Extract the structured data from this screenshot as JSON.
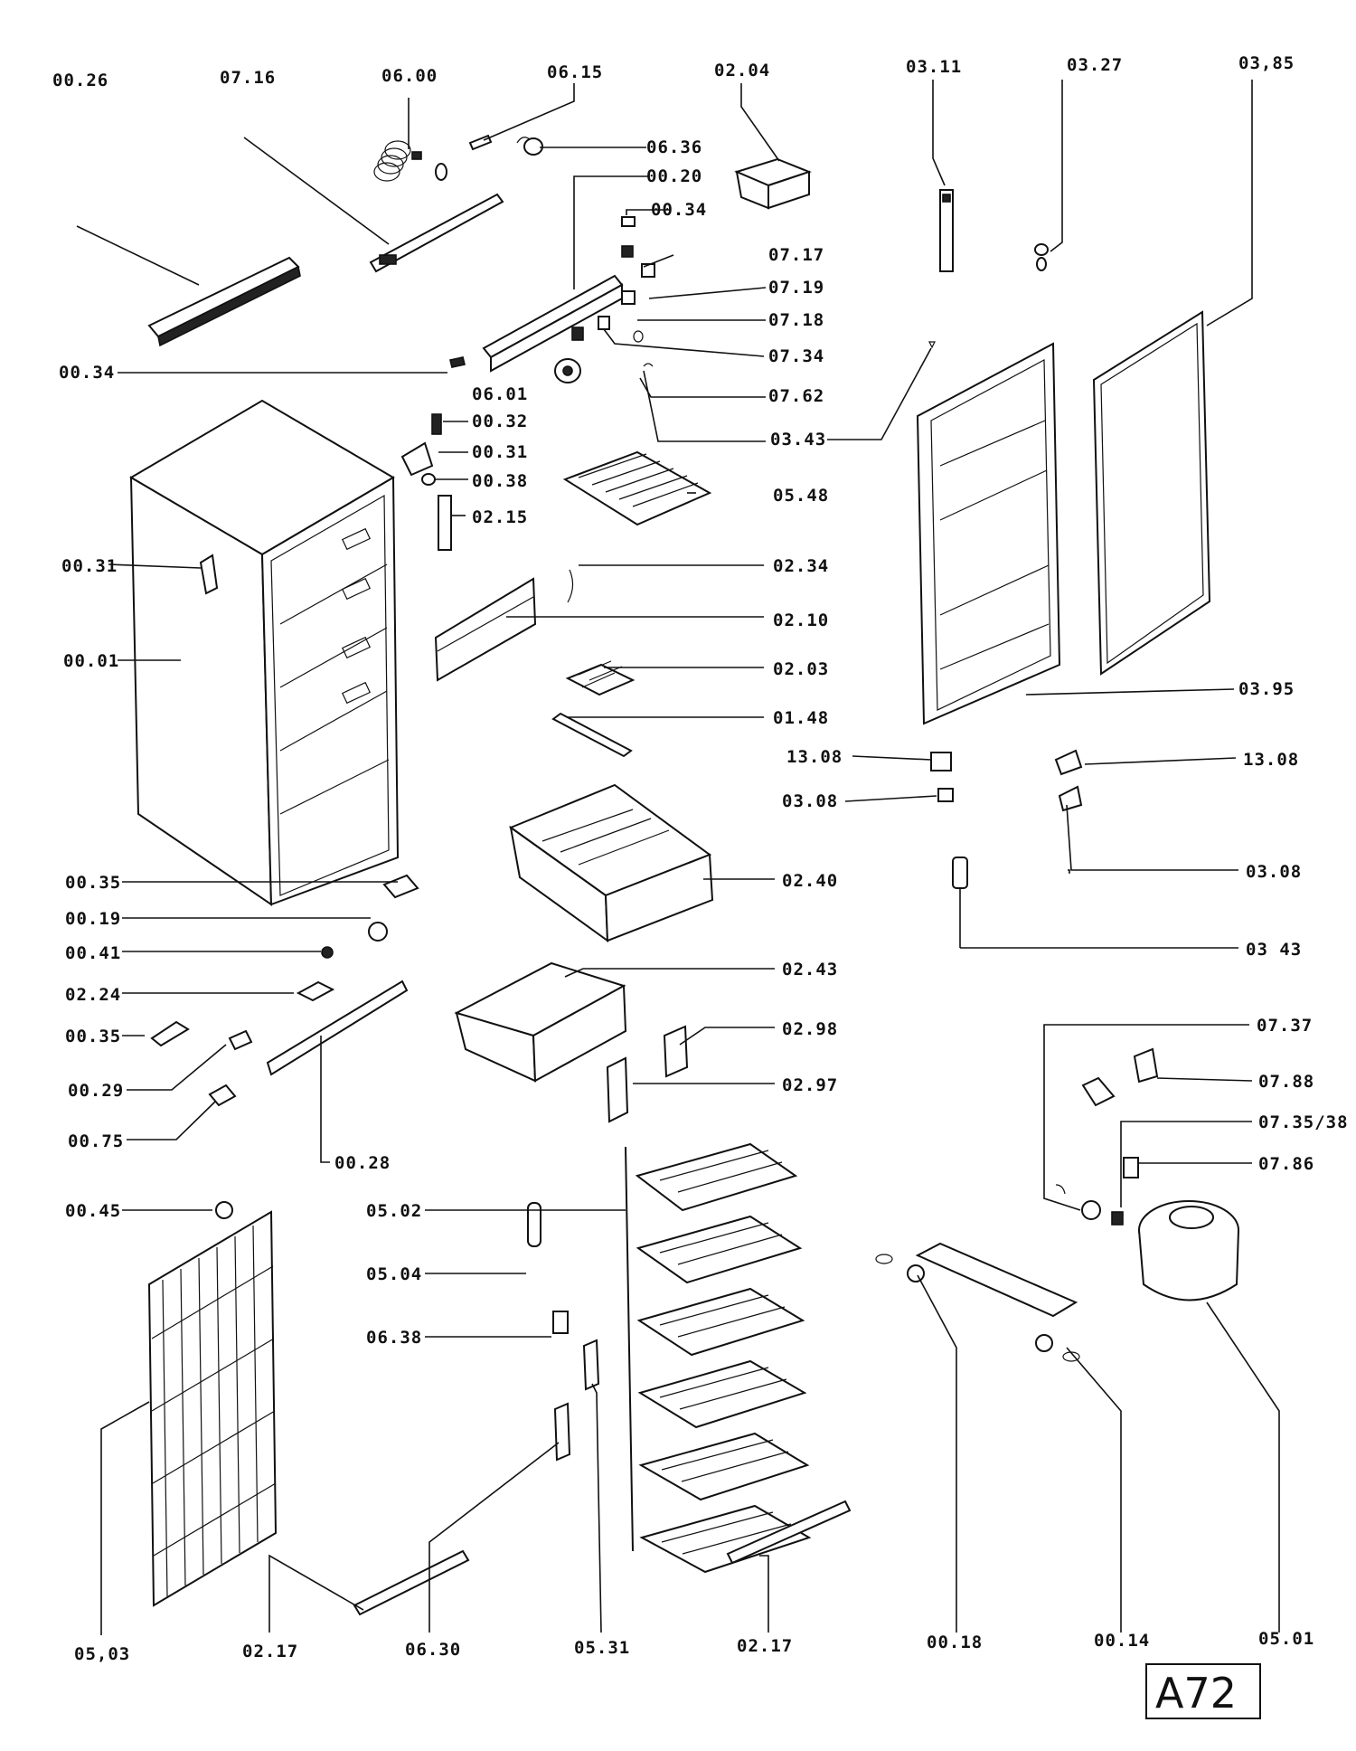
{
  "sheet_code": "A72",
  "labels": {
    "p0026": "00.26",
    "p0716": "07.16",
    "p0600": "06.00",
    "p0615": "06.15",
    "p0204": "02.04",
    "p0311": "03.11",
    "p0327": "03.27",
    "p0385": "03,85",
    "p0636": "06.36",
    "p0020": "00.20",
    "p0034a": "00.34",
    "p0717": "07.17",
    "p0719": "07.19",
    "p0718": "07.18",
    "p0734": "07.34",
    "p0034b": "00.34",
    "p0601": "06.01",
    "p0762": "07.62",
    "p0343a": "03.43",
    "p0032": "00.32",
    "p0031a": "00.31",
    "p0038": "00.38",
    "p0548": "05.48",
    "p0215": "02.15",
    "p0031b": "00.31",
    "p0234": "02.34",
    "p0210": "02.10",
    "p0001": "00.01",
    "p0203": "02.03",
    "p0395": "03.95",
    "p0148": "01.48",
    "p1308a": "13.08",
    "p1308b": "13.08",
    "p0308a": "03.08",
    "p0240": "02.40",
    "p0308b": "03.08",
    "p0035a": "00.35",
    "p0019": "00.19",
    "p0343b": "03 43",
    "p0041": "00.41",
    "p0243": "02.43",
    "p0224": "02.24",
    "p0035b": "00.35",
    "p0298": "02.98",
    "p0737": "07.37",
    "p0029": "00.29",
    "p0297": "02.97",
    "p0788": "07.88",
    "p0075": "00.75",
    "p073538": "07.35/38",
    "p0028": "00.28",
    "p0786": "07.86",
    "p0045": "00.45",
    "p0502": "05.02",
    "p0504": "05.04",
    "p0638": "06.38",
    "p0503": "05,03",
    "p0217a": "02.17",
    "p0630": "06.30",
    "p0531": "05.31",
    "p0217b": "02.17",
    "p0018": "00.18",
    "p0014": "00.14",
    "p0501": "05.01"
  }
}
